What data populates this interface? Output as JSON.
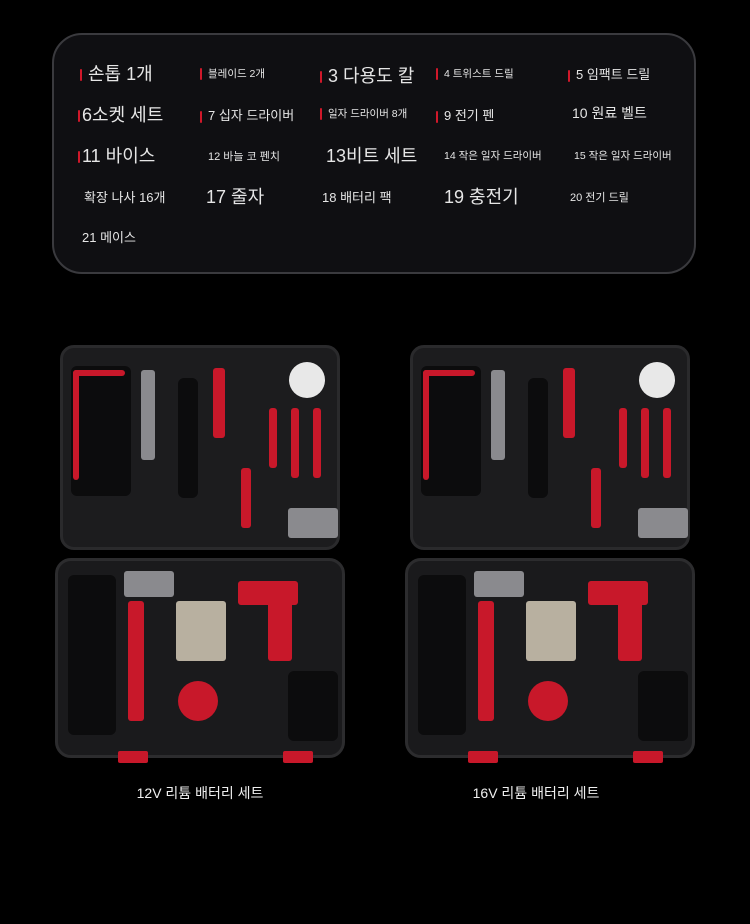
{
  "parts_list": [
    {
      "label": "손톱 1개",
      "size": "big"
    },
    {
      "label": "블레이드 2개",
      "size": "sm"
    },
    {
      "label": "3 다용도 칼",
      "size": "big"
    },
    {
      "label": "4 트위스트 드릴",
      "size": "sm"
    },
    {
      "label": "5 임팩트 드릴",
      "size": "mid"
    },
    {
      "label": "6소켓 세트",
      "size": "big"
    },
    {
      "label": "7 십자 드라이버",
      "size": "mid"
    },
    {
      "label": "일자 드라이버 8개",
      "size": "sm"
    },
    {
      "label": "9 전기 펜",
      "size": "mid"
    },
    {
      "label": "10 원료 벨트",
      "size": "mid"
    },
    {
      "label": "11 바이스",
      "size": "big"
    },
    {
      "label": "12 바늘 코 펜치",
      "size": "sm"
    },
    {
      "label": "13비트 세트",
      "size": "big"
    },
    {
      "label": "14 작은 일자 드라이버",
      "size": "sm"
    },
    {
      "label": "15 작은 일자 드라이버",
      "size": "sm"
    },
    {
      "label": "확장 나사 16개",
      "size": "mid"
    },
    {
      "label": "17 줄자",
      "size": "big"
    },
    {
      "label": "18 배터리 팩",
      "size": "mid"
    },
    {
      "label": "19 충전기",
      "size": "big"
    },
    {
      "label": "20 전기 드릴",
      "size": "sm"
    },
    {
      "label": "21 메이스",
      "size": "mid"
    }
  ],
  "kits": [
    {
      "caption": "12V 리튬 배터리 세트"
    },
    {
      "caption": "16V 리튬 배터리 세트"
    }
  ],
  "colors": {
    "accent": "#c8182a",
    "background": "#000000"
  }
}
